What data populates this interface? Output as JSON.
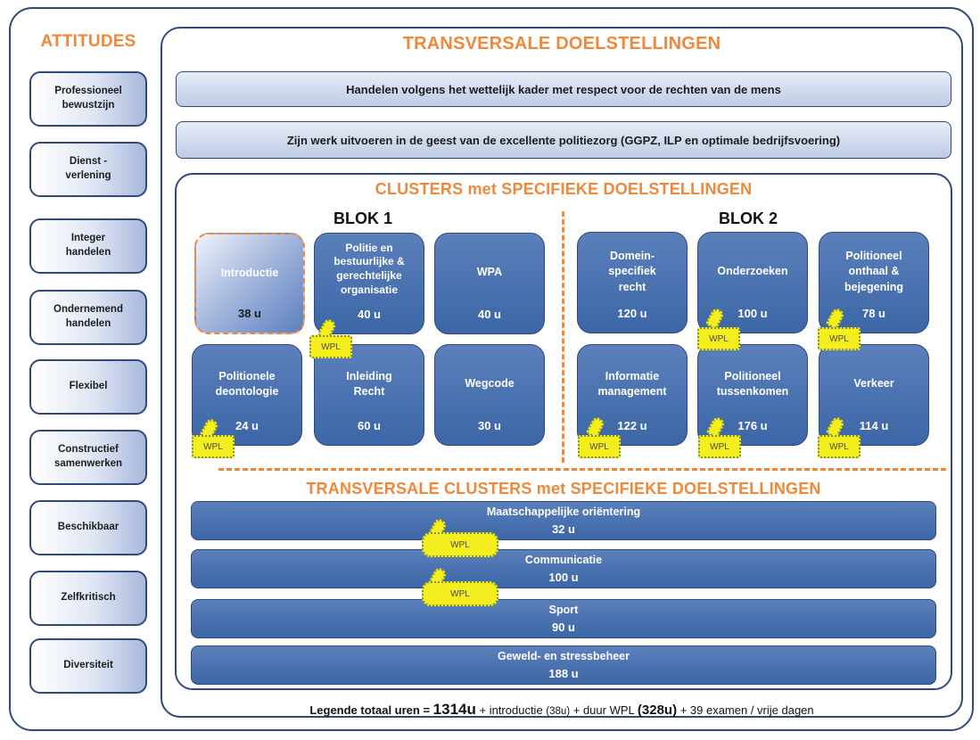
{
  "attitudes": {
    "title": "ATTITUDES",
    "items": [
      "Professioneel\nbewustzijn",
      "Dienst -\nverlening",
      "Integer\nhandelen",
      "Ondernemend\nhandelen",
      "Flexibel",
      "Constructief\nsamenwerken",
      "Beschikbaar",
      "Zelfkritisch",
      "Diversiteit"
    ]
  },
  "transversal": {
    "title": "TRANSVERSALE DOELSTELLINGEN",
    "bar1": "Handelen volgens het wettelijk kader met respect voor de rechten van de mens",
    "bar2": "Zijn werk uitvoeren in de geest van de excellente politiezorg (GGPZ, ILP en optimale bedrijfsvoering)"
  },
  "clusters": {
    "title": "CLUSTERS met SPECIFIEKE DOELSTELLINGEN",
    "blok1": "BLOK 1",
    "blok2": "BLOK 2",
    "boxes": [
      {
        "name": "Introductie",
        "hours": "38 u"
      },
      {
        "name": "Politie en\nbestuurlijke &\ngerechtelijke\norganisatie",
        "hours": "40 u"
      },
      {
        "name": "WPA",
        "hours": "40 u"
      },
      {
        "name": "Politionele\ndeontologie",
        "hours": "24 u"
      },
      {
        "name": "Inleiding\nRecht",
        "hours": "60 u"
      },
      {
        "name": "Wegcode",
        "hours": "30 u"
      },
      {
        "name": "Domein-\nspecifiek\nrecht",
        "hours": "120 u"
      },
      {
        "name": "Onderzoeken",
        "hours": "100 u"
      },
      {
        "name": "Politioneel\nonthaal &\nbejegening",
        "hours": "78 u"
      },
      {
        "name": "Informatie\nmanagement",
        "hours": "122 u"
      },
      {
        "name": "Politioneel\ntussenkomen",
        "hours": "176 u"
      },
      {
        "name": "Verkeer",
        "hours": "114 u"
      }
    ]
  },
  "transversal_clusters": {
    "title": "TRANSVERSALE CLUSTERS met SPECIFIEKE DOELSTELLINGEN",
    "items": [
      {
        "name": "Maatschappelijke oriëntering",
        "hours": "32 u"
      },
      {
        "name": "Communicatie",
        "hours": "100 u"
      },
      {
        "name": "Sport",
        "hours": "90 u"
      },
      {
        "name": "Geweld- en stressbeheer",
        "hours": "188 u"
      }
    ]
  },
  "wpl_label": "WPL",
  "legend": {
    "prefix": "Legende totaal uren = ",
    "total": "1314u",
    "plus_intro": " + introductie ",
    "intro_hours": "(38u)",
    "plus_wpl": " + duur WPL ",
    "wpl_hours": "(328u)",
    "suffix": " + 39 examen / vrije dagen"
  }
}
